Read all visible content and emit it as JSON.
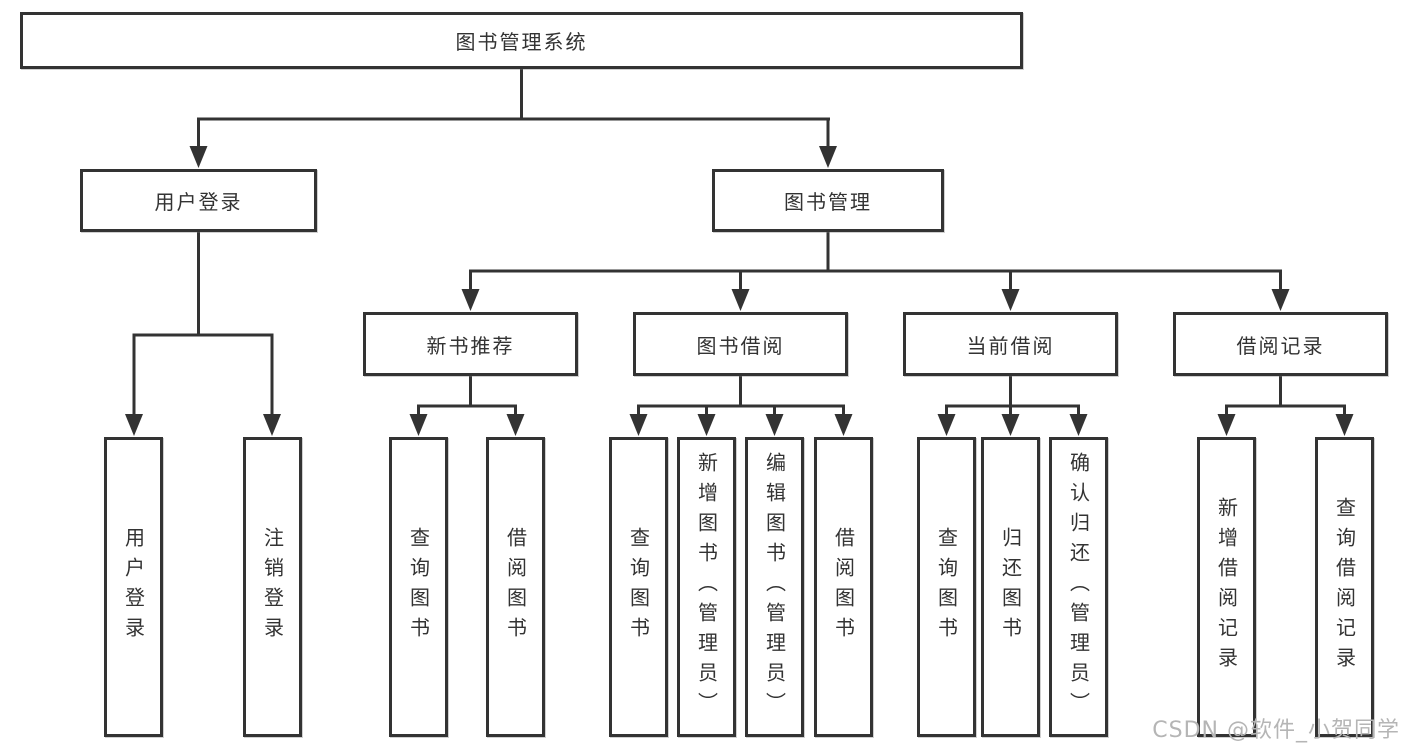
{
  "tree": {
    "label": "图书管理系统",
    "children": [
      {
        "label": "用户登录",
        "children": [
          {
            "label": "用户登录"
          },
          {
            "label": "注销登录"
          }
        ]
      },
      {
        "label": "图书管理",
        "children": [
          {
            "label": "新书推荐",
            "children": [
              {
                "label": "查询图书"
              },
              {
                "label": "借阅图书"
              }
            ]
          },
          {
            "label": "图书借阅",
            "children": [
              {
                "label": "查询图书"
              },
              {
                "label": "新增图书（管理员）"
              },
              {
                "label": "编辑图书（管理员）"
              },
              {
                "label": "借阅图书"
              }
            ]
          },
          {
            "label": "当前借阅",
            "children": [
              {
                "label": "查询图书"
              },
              {
                "label": "归还图书"
              },
              {
                "label": "确认归还（管理员）"
              }
            ]
          },
          {
            "label": "借阅记录",
            "children": [
              {
                "label": "新增借阅记录"
              },
              {
                "label": "查询借阅记录"
              }
            ]
          }
        ]
      }
    ]
  },
  "watermark": {
    "text": "CSDN @软件_小贺同学"
  },
  "colors": {
    "line": "#333333",
    "box_border": "#333333",
    "box_background": "#ffffff",
    "text": "#333333",
    "watermark": "#b5b5b5",
    "background": "#ffffff"
  }
}
